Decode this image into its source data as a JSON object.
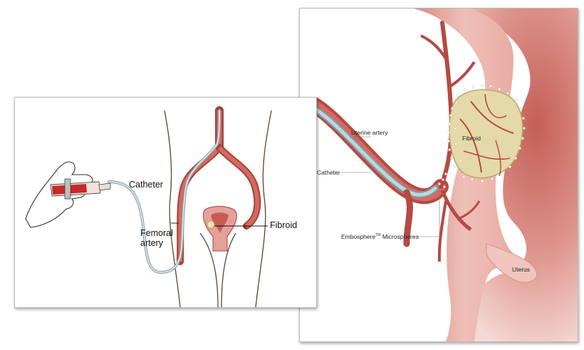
{
  "left_panel": {
    "labels": {
      "catheter": "Catheter",
      "femoral_line1": "Femoral",
      "femoral_line2": "artery",
      "fibroid": "Fibroid"
    }
  },
  "right_panel": {
    "labels": {
      "uterine_artery": "Uterine artery",
      "catheter": "Catheter",
      "fibroid": "Fibroid",
      "microspheres_brand": "Embosphere",
      "trademark": "TM",
      "microspheres_word": "Microspheres",
      "uterus": "Uterus"
    }
  },
  "colors": {
    "artery": "#c9534b",
    "artery_dark": "#a8403a",
    "uterus_tissue": "#e7aaa0",
    "uterus_shadow": "#c8645c",
    "fibroid": "#e6dcae",
    "catheter": "#a9c4cc",
    "body_outline": "#5a4636"
  }
}
